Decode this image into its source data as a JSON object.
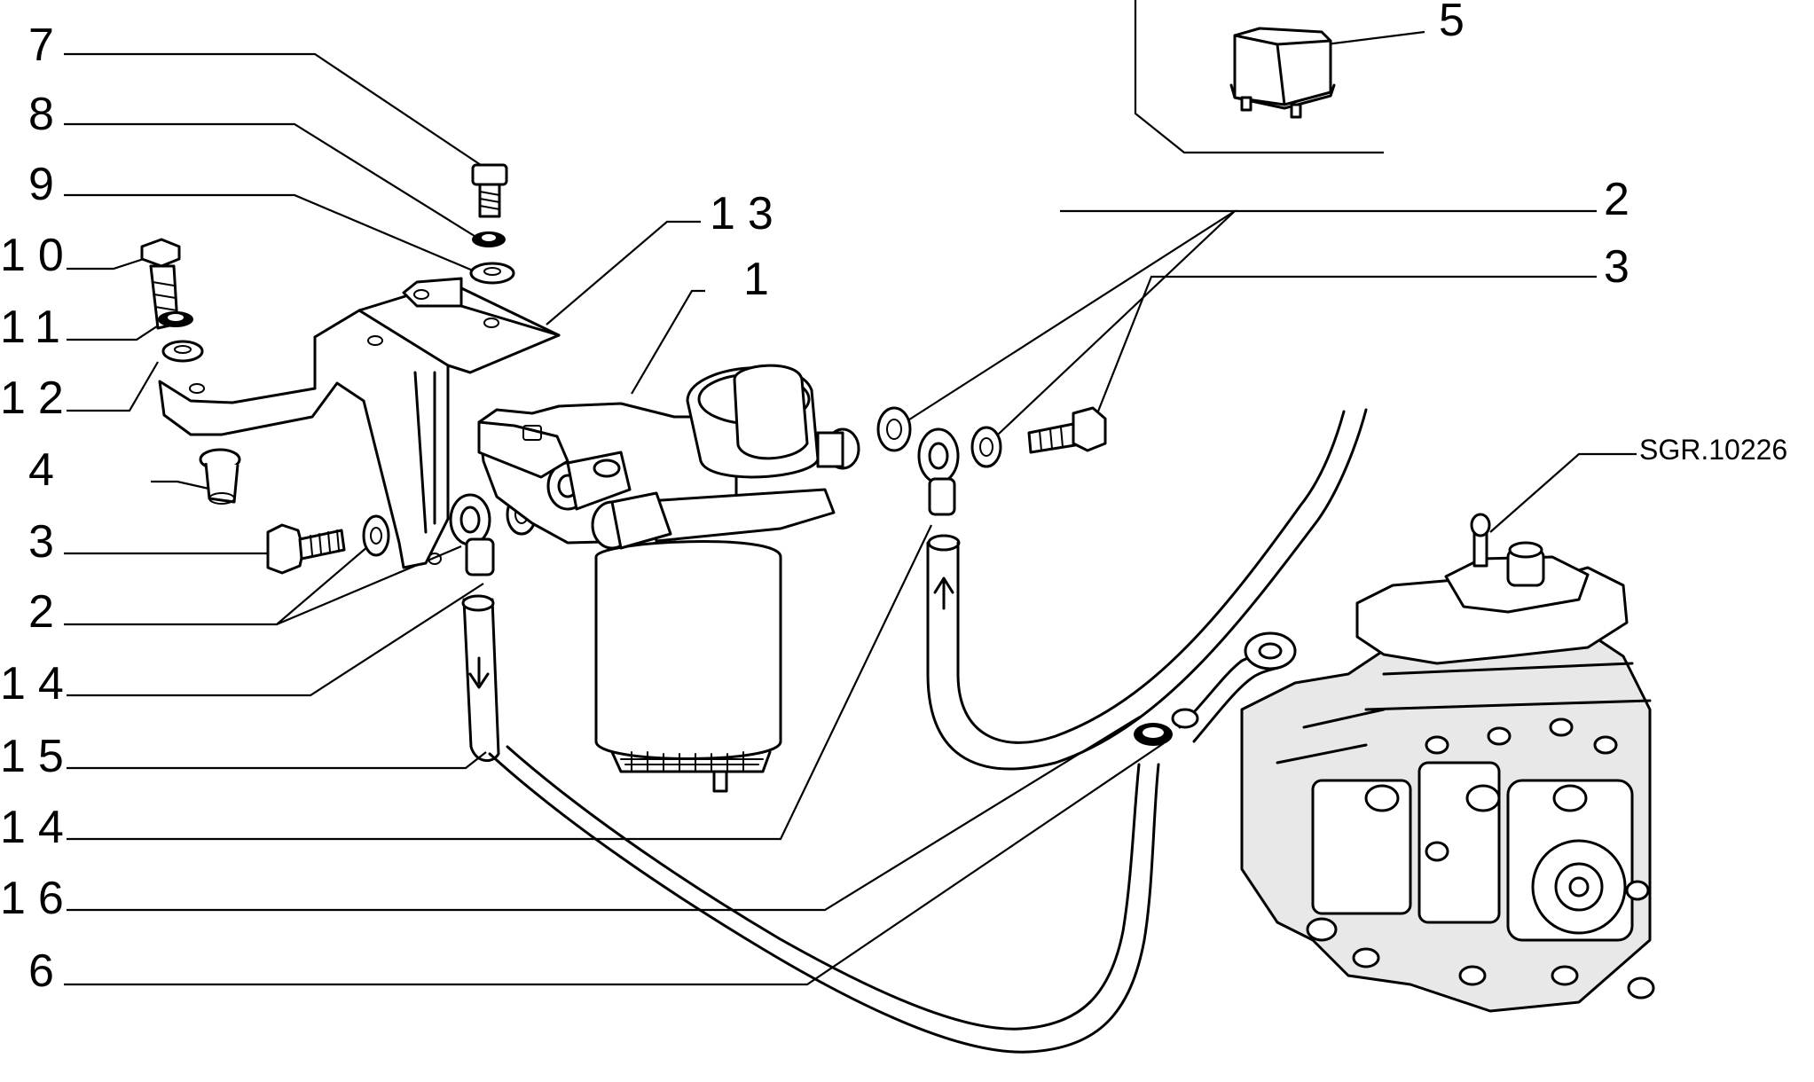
{
  "drawing_ref": "SGR.10226",
  "callouts": [
    {
      "id": "c7",
      "text": "7"
    },
    {
      "id": "c8",
      "text": "8"
    },
    {
      "id": "c9",
      "text": "9"
    },
    {
      "id": "c10",
      "text": "10"
    },
    {
      "id": "c11",
      "text": "11"
    },
    {
      "id": "c12",
      "text": "12"
    },
    {
      "id": "c4",
      "text": "4"
    },
    {
      "id": "c3a",
      "text": "3"
    },
    {
      "id": "c2a",
      "text": "2"
    },
    {
      "id": "c14a",
      "text": "14"
    },
    {
      "id": "c15",
      "text": "15"
    },
    {
      "id": "c14b",
      "text": "14"
    },
    {
      "id": "c16",
      "text": "16"
    },
    {
      "id": "c6",
      "text": "6"
    },
    {
      "id": "c13",
      "text": "13"
    },
    {
      "id": "c1",
      "text": "1"
    },
    {
      "id": "c5",
      "text": "5"
    },
    {
      "id": "c2b",
      "text": "2"
    },
    {
      "id": "c3b",
      "text": "3"
    }
  ]
}
